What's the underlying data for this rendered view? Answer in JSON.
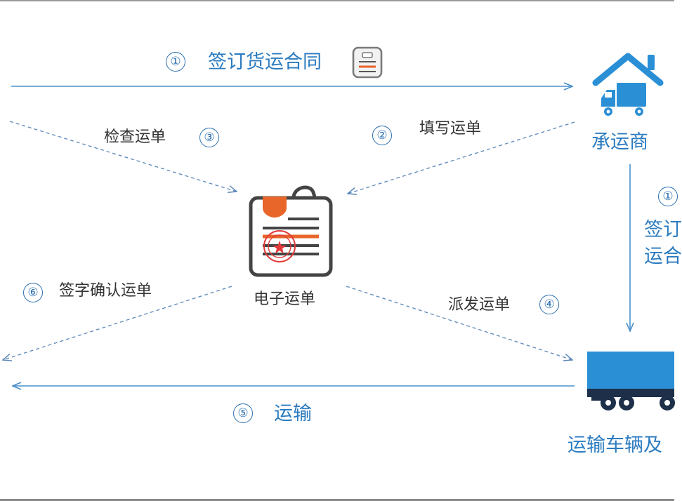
{
  "diagram": {
    "steps": {
      "s1": {
        "num": "①",
        "label": "签订货运合同"
      },
      "s2": {
        "num": "②",
        "label": "填写运单"
      },
      "s3": {
        "num": "③",
        "label": "检查运单"
      },
      "s4": {
        "num": "④",
        "label": "派发运单"
      },
      "s5": {
        "num": "⑤",
        "label": "运输"
      },
      "s6": {
        "num": "⑥",
        "label": "签字确认运单"
      },
      "s1_right": {
        "num": "①",
        "label_line1": "签订",
        "label_line2": "运合"
      }
    },
    "nodes": {
      "carrier": "承运商",
      "waybill": "电子运单",
      "vehicle": "运输车辆及"
    }
  }
}
